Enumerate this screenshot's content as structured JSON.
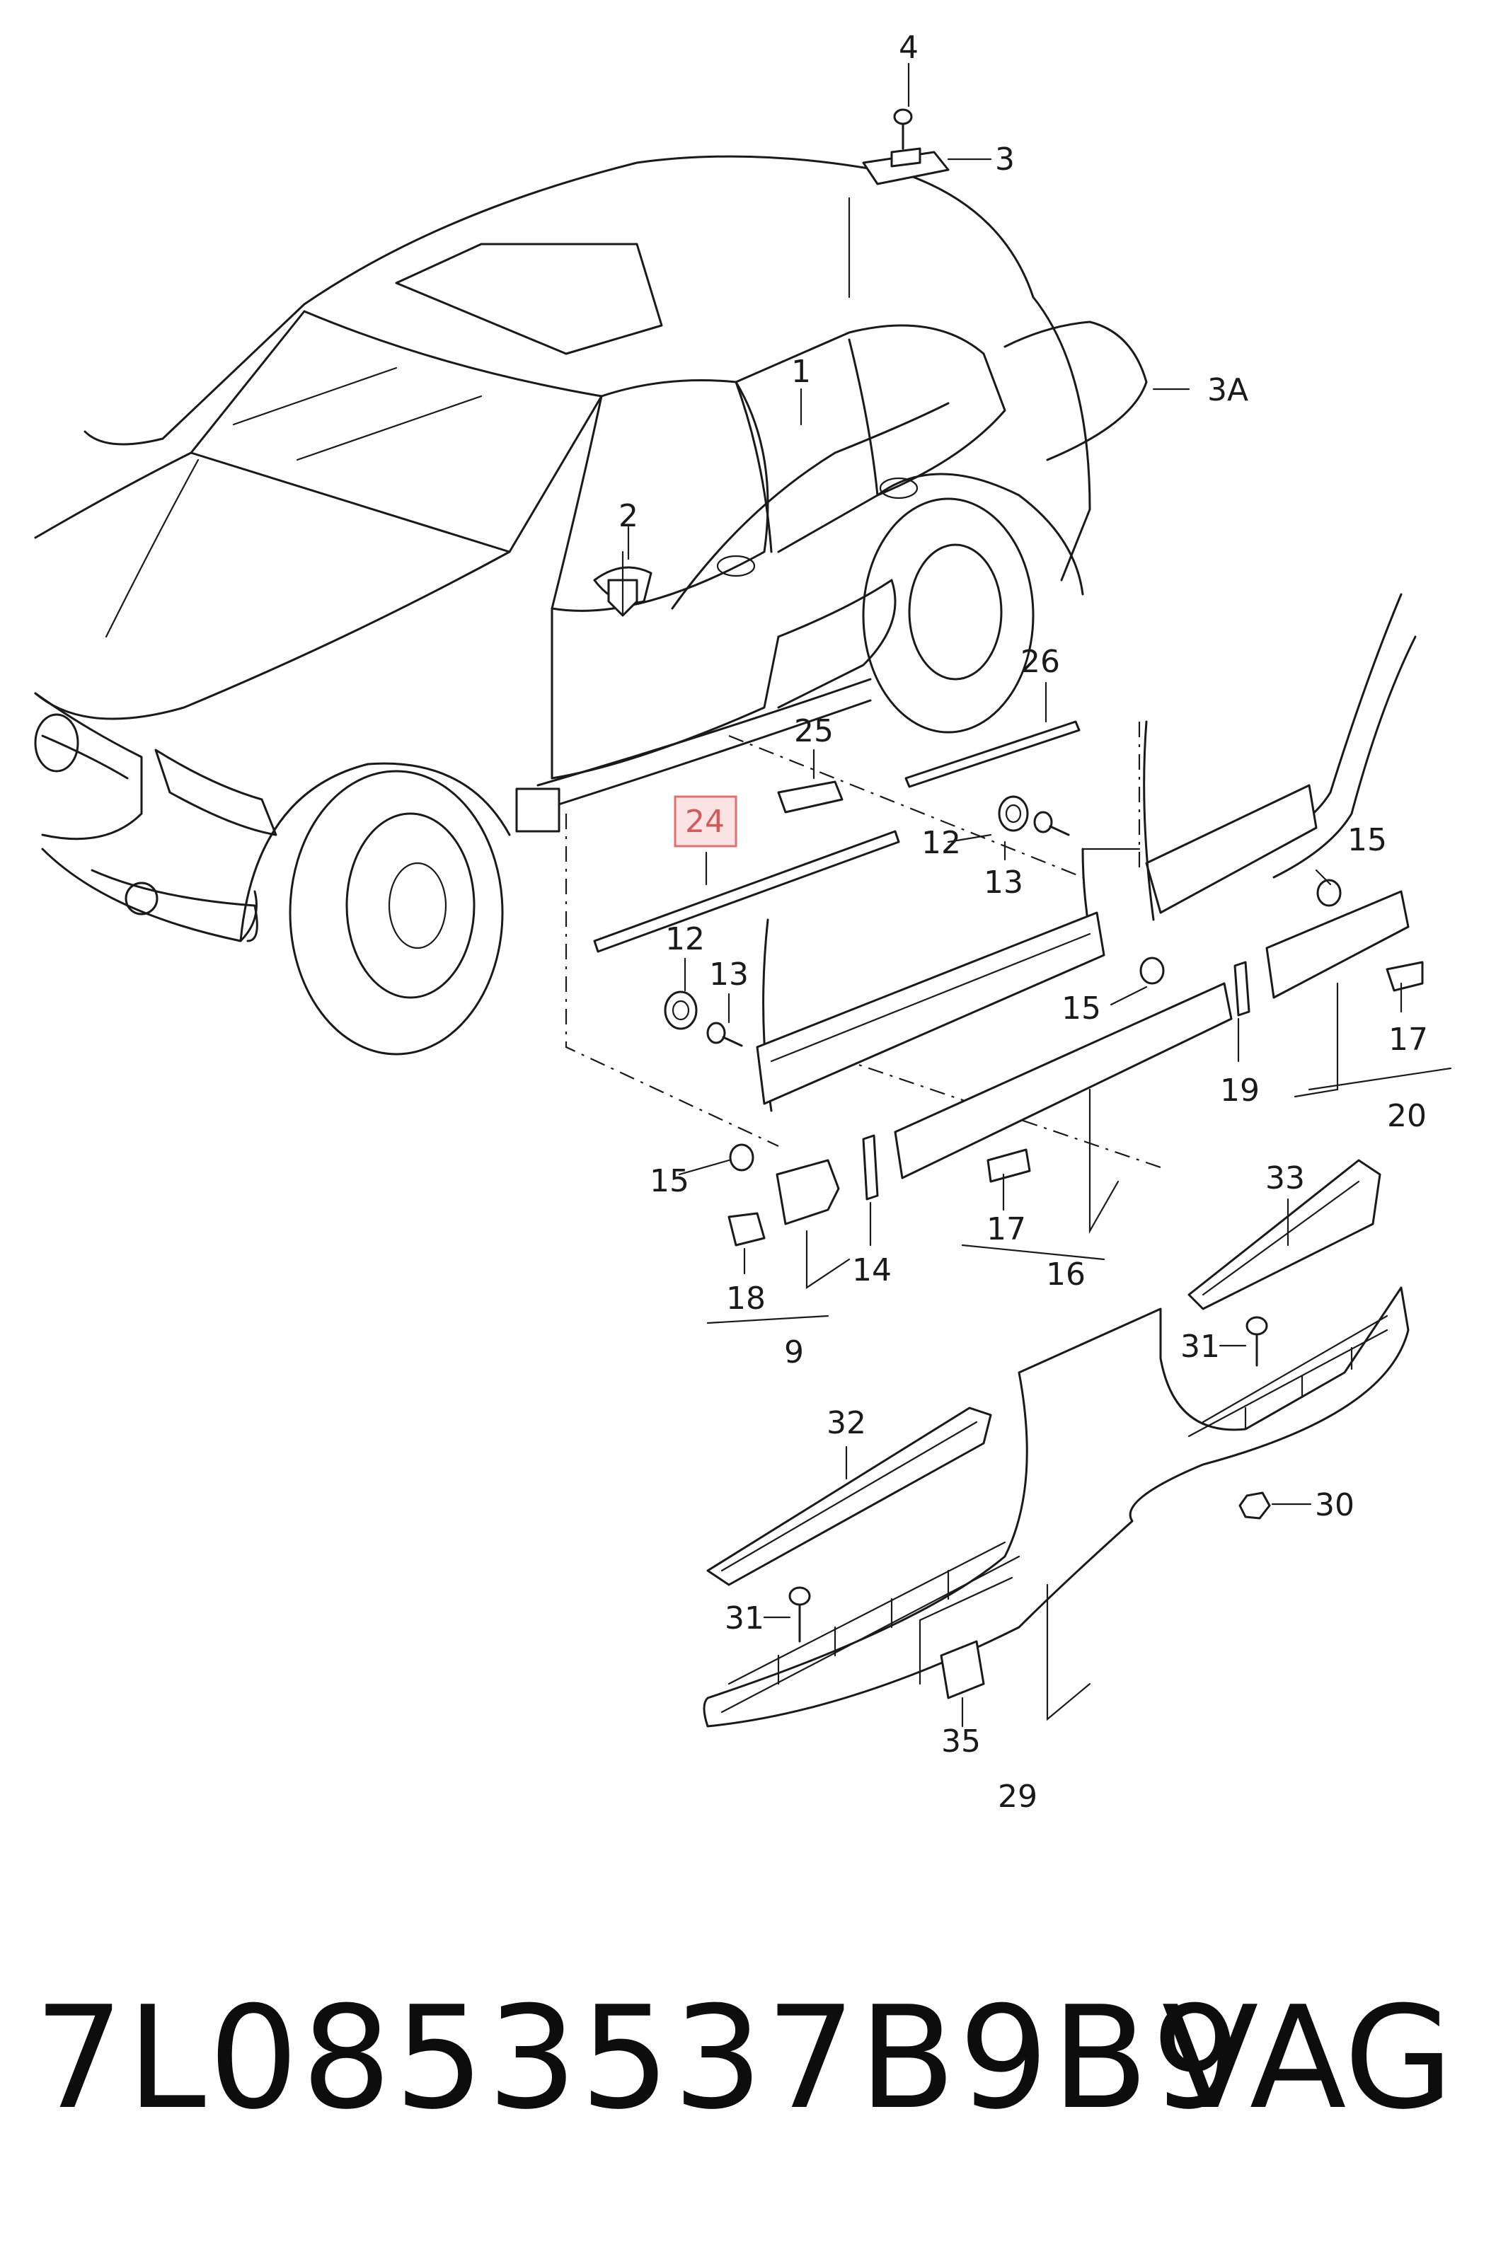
{
  "diagram": {
    "labels": {
      "l1": "1",
      "l2": "2",
      "l3": "3",
      "l3a": "3A",
      "l4": "4",
      "l9": "9",
      "l12a": "12",
      "l12b": "12",
      "l13a": "13",
      "l13b": "13",
      "l14": "14",
      "l15a": "15",
      "l15b": "15",
      "l15c": "15",
      "l16": "16",
      "l17a": "17",
      "l17b": "17",
      "l18": "18",
      "l19": "19",
      "l20": "20",
      "l24": "24",
      "l25": "25",
      "l26": "26",
      "l29": "29",
      "l30": "30",
      "l31a": "31",
      "l31b": "31",
      "l32": "32",
      "l33": "33",
      "l35": "35"
    },
    "highlight_color": "#e07070"
  },
  "footer": {
    "part_number": "7L0853537B9B9",
    "brand": "VAG"
  }
}
